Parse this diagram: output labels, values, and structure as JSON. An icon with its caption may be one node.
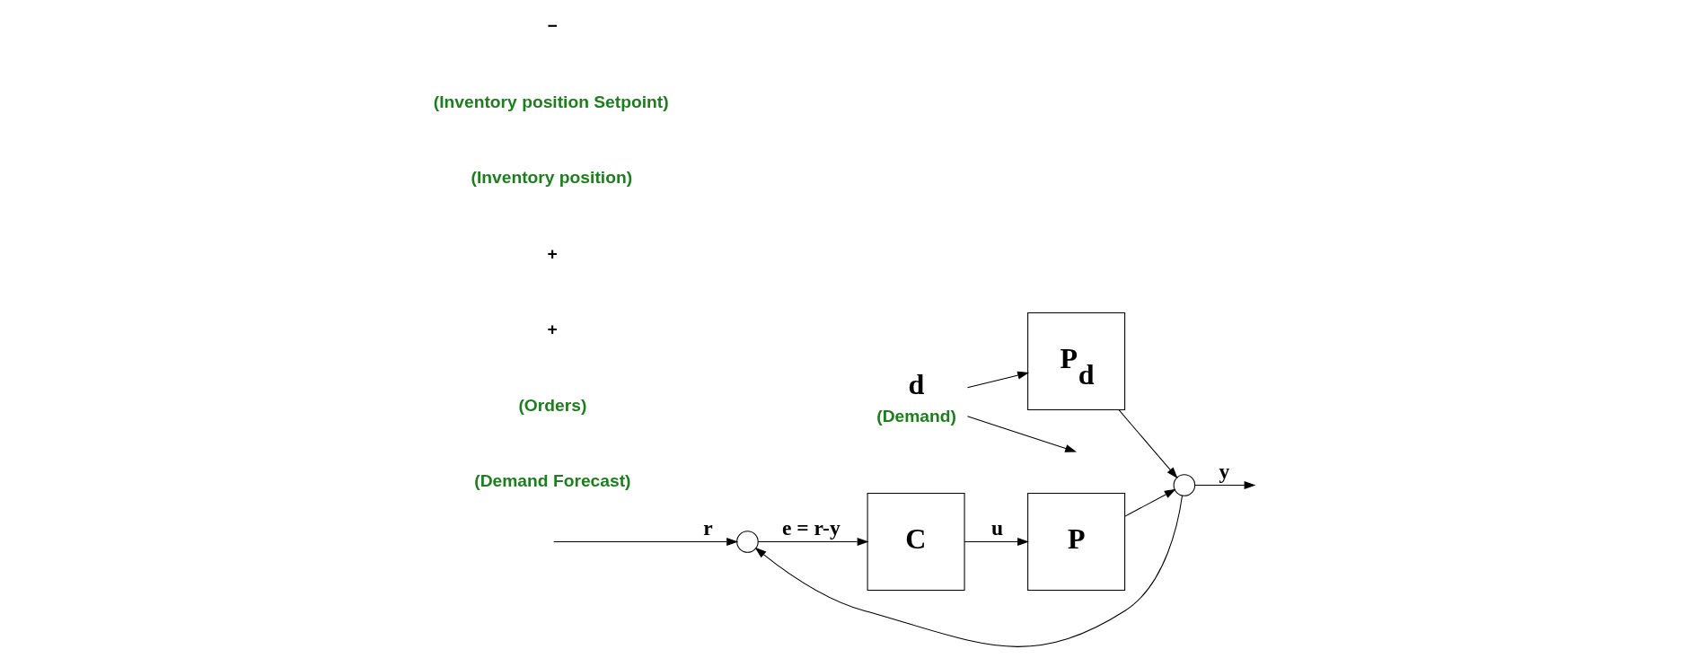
{
  "diagram": {
    "nodes": [
      {
        "text": [
          "d"
        ],
        "beside": [
          "(Demand)"
        ]
      },
      {
        "text": [
          "P$_{d}$"
        ]
      },
      {
        "text": [],
        "shape": "circle"
      },
      {
        "text": [
          "C"
        ]
      },
      {
        "text": [
          "P"
        ]
      },
      {
        "text": [],
        "shape": "circle"
      }
    ],
    "edges": [
      {
        "from": 0,
        "to": 1,
        "arrow": "to"
      },
      {
        "from": 0,
        "to": null,
        "arrow": "to"
      },
      {
        "from": null,
        "to": 2,
        "arrow": "to",
        "label": "r"
      },
      {
        "from": 2,
        "to": 3,
        "arrow": "to",
        "label": "e = r-y"
      },
      {
        "from": 3,
        "to": 4,
        "arrow": "to",
        "label": "u"
      },
      {
        "from": 4,
        "to": 5,
        "arrow": "to"
      },
      {
        "from": 1,
        "to": 5,
        "arrow": "to"
      },
      {
        "from": 5,
        "to": null,
        "arrow": "to",
        "label": "y"
      },
      {
        "from": 5,
        "to": 2,
        "arrow": "to"
      }
    ],
    "labels": [
      "(Demand Forecast)",
      "(Orders)",
      "+",
      "+",
      "(Inventory position)",
      "(Inventory position Setpoint)",
      "−"
    ]
  }
}
